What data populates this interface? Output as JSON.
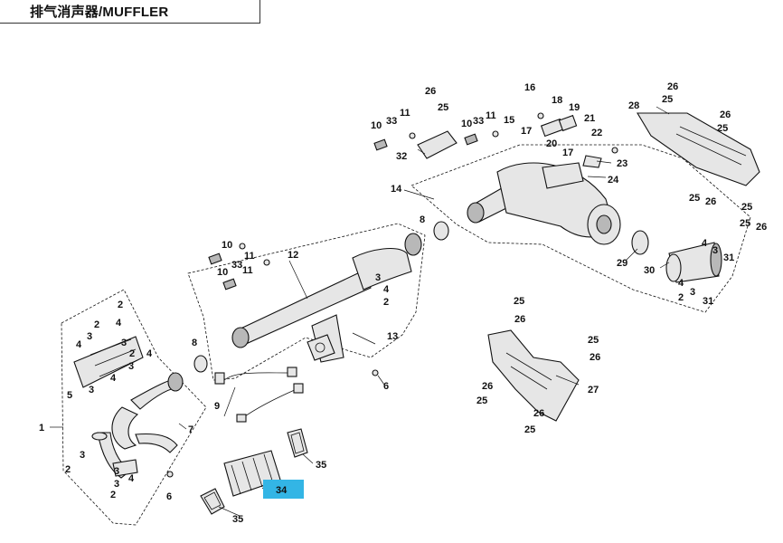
{
  "header": {
    "title": "排气消声器/MUFFLER"
  },
  "callouts": [
    {
      "n": "1"
    },
    {
      "n": "2"
    },
    {
      "n": "3"
    },
    {
      "n": "4"
    },
    {
      "n": "5"
    },
    {
      "n": "6"
    },
    {
      "n": "7"
    },
    {
      "n": "8"
    },
    {
      "n": "9"
    },
    {
      "n": "10"
    },
    {
      "n": "11"
    },
    {
      "n": "12"
    },
    {
      "n": "13"
    },
    {
      "n": "14"
    },
    {
      "n": "15"
    },
    {
      "n": "16"
    },
    {
      "n": "17"
    },
    {
      "n": "18"
    },
    {
      "n": "19"
    },
    {
      "n": "20"
    },
    {
      "n": "21"
    },
    {
      "n": "22"
    },
    {
      "n": "23"
    },
    {
      "n": "24"
    },
    {
      "n": "25"
    },
    {
      "n": "26"
    },
    {
      "n": "27"
    },
    {
      "n": "28"
    },
    {
      "n": "29"
    },
    {
      "n": "30"
    },
    {
      "n": "31"
    },
    {
      "n": "32"
    },
    {
      "n": "33"
    },
    {
      "n": "34"
    },
    {
      "n": "35"
    }
  ],
  "highlight": {
    "label": "34",
    "color": "#33b5e5"
  }
}
